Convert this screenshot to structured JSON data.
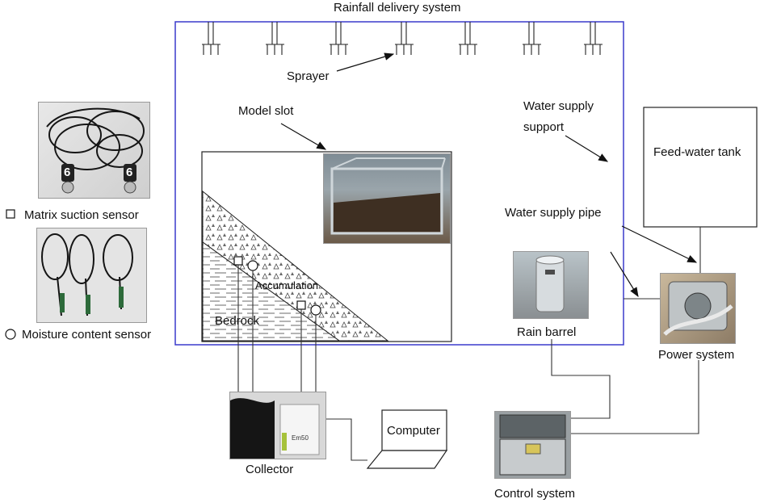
{
  "labels": {
    "rainfall_delivery_system": "Rainfall delivery system",
    "sprayer": "Sprayer",
    "model_slot": "Model slot",
    "water_supply_support_line1": "Water supply",
    "water_supply_support_line2": "support",
    "feed_water_tank": "Feed-water tank",
    "water_supply_pipe": "Water supply pipe",
    "matrix_suction_sensor": "Matrix suction sensor",
    "moisture_content_sensor": "Moisture content sensor",
    "accumulation": "Accumulation",
    "bedrock": "Bedrock",
    "rain_barrel": "Rain barrel",
    "power_system": "Power system",
    "collector": "Collector",
    "computer": "Computer",
    "control_system": "Control system"
  },
  "photo_marks": {
    "sensor_digit_1": "6",
    "sensor_digit_2": "6",
    "collector_device_text": "Em50"
  },
  "colors": {
    "frame": "#3a3acc",
    "line": "#333333",
    "text": "#111111"
  }
}
